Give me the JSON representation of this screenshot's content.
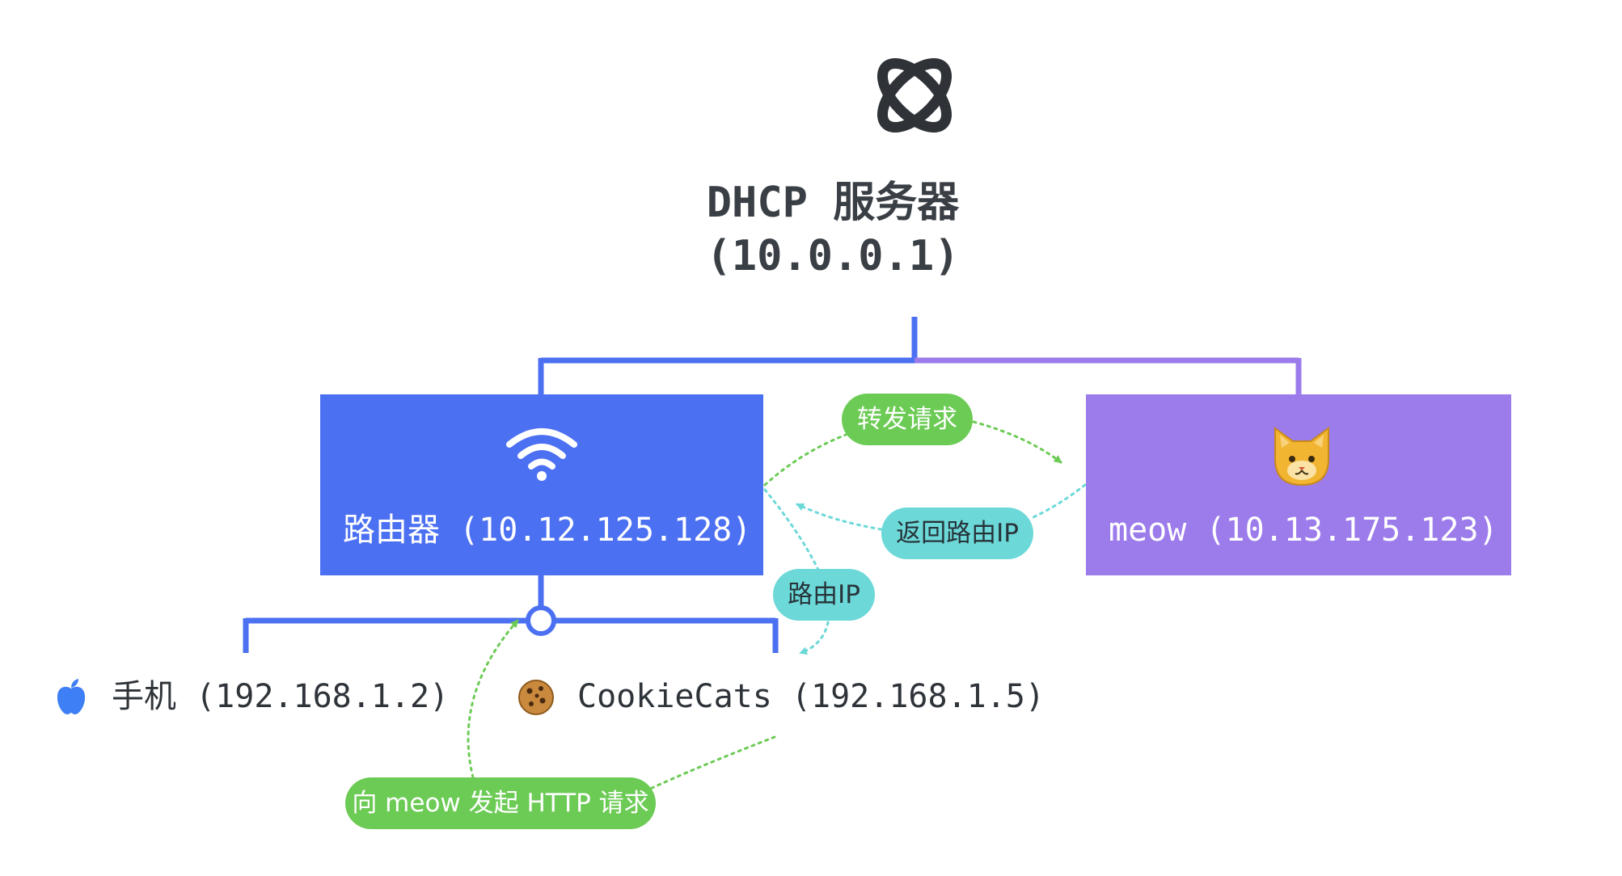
{
  "colors": {
    "router_blue": "#4c70f2",
    "meow_purple": "#9c7beb",
    "green": "#6ccb55",
    "cyan": "#6dd8d8",
    "text_dark": "#3a3f45"
  },
  "server": {
    "icon": "orbit-logo-icon",
    "title": "DHCP 服务器\n(10.0.0.1)"
  },
  "router": {
    "icon": "wifi-icon",
    "label": "路由器 (10.12.125.128)"
  },
  "meow": {
    "icon": "cat-face-emoji",
    "label": "meow (10.13.175.123)"
  },
  "devices": [
    {
      "icon": "apple-icon",
      "label": "手机 (192.168.1.2)"
    },
    {
      "icon": "cookie-emoji",
      "label": "CookieCats (192.168.1.5)"
    }
  ],
  "flow_labels": {
    "forward_request": "转发请求",
    "return_router_ip": "返回路由IP",
    "router_ip": "路由IP",
    "http_request": "向 meow 发起 HTTP 请求"
  }
}
